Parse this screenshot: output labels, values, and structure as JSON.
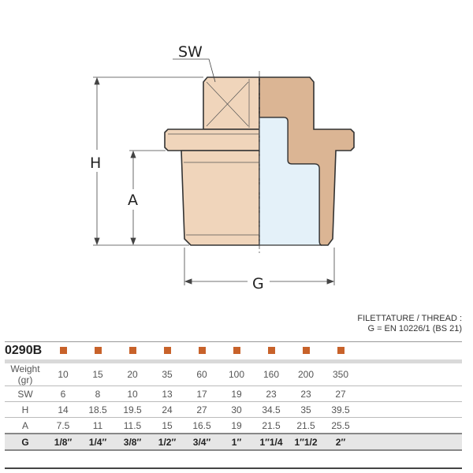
{
  "drawing": {
    "labels": {
      "sw": "SW",
      "h": "H",
      "a": "A",
      "g": "G"
    },
    "colors": {
      "body": "#f0d5bb",
      "section": "#dbb594",
      "bore": "#e4f1f9",
      "outline": "#333333"
    }
  },
  "thread_note": {
    "line1": "FILETTATURE / THREAD :",
    "line2": "G = EN 10226/1 (BS 21)"
  },
  "table": {
    "code": "0290B",
    "marker_color": "#c8622a",
    "rows": [
      {
        "label": "Weight (gr)",
        "values": [
          "10",
          "15",
          "20",
          "35",
          "60",
          "100",
          "160",
          "200",
          "350"
        ]
      },
      {
        "label": "SW",
        "values": [
          "6",
          "8",
          "10",
          "13",
          "17",
          "19",
          "23",
          "23",
          "27"
        ]
      },
      {
        "label": "H",
        "values": [
          "14",
          "18.5",
          "19.5",
          "24",
          "27",
          "30",
          "34.5",
          "35",
          "39.5"
        ]
      },
      {
        "label": "A",
        "values": [
          "7.5",
          "11",
          "11.5",
          "15",
          "16.5",
          "19",
          "21.5",
          "21.5",
          "25.5"
        ]
      }
    ],
    "g_row": {
      "label": "G",
      "values": [
        "1/8″",
        "1/4″",
        "3/8″",
        "1/2″",
        "3/4″",
        "1″",
        "1″1/4",
        "1″1/2",
        "2″"
      ]
    }
  }
}
